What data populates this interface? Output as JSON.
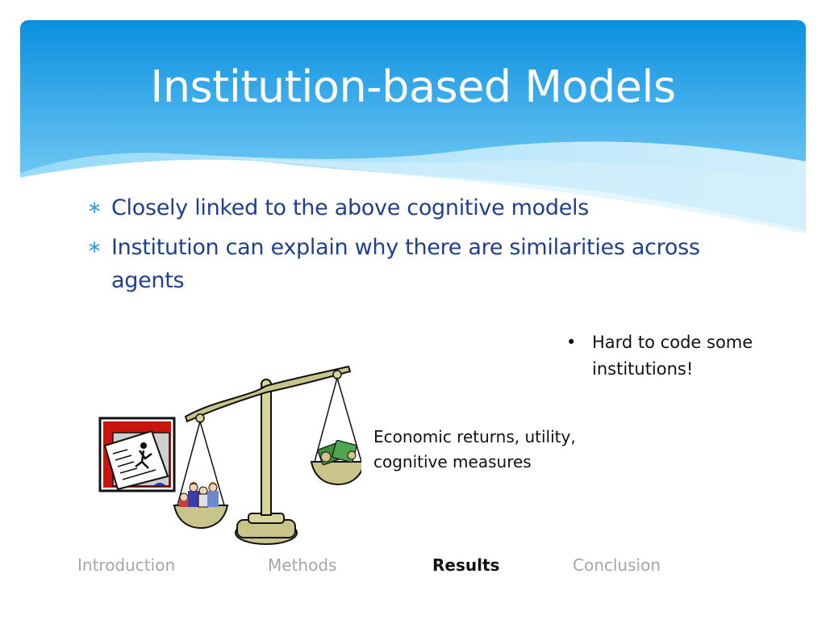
{
  "slide": {
    "title": "Institution-based Models",
    "bullets": [
      "Closely linked to the above cognitive models",
      "Institution can explain why there are similarities across agents"
    ],
    "bullet_marker": "∗",
    "side_note": "Hard to code some institutions!",
    "side_note_marker": "•",
    "scale_label": "Economic returns, utility, cognitive measures",
    "colors": {
      "header_top": "#0a8fe0",
      "header_bottom": "#7dd0f7",
      "bullet_text": "#1f3f8f",
      "nav_inactive": "#a6a6a6",
      "nav_active": "#111111"
    }
  },
  "nav": {
    "items": [
      {
        "label": "Introduction",
        "active": false
      },
      {
        "label": "Methods",
        "active": false
      },
      {
        "label": "Results",
        "active": true
      },
      {
        "label": "Conclusion",
        "active": false
      }
    ]
  },
  "illustration": {
    "icons": [
      "balance-scale-icon",
      "newspaper-icon",
      "people-group-icon",
      "money-icon"
    ]
  }
}
